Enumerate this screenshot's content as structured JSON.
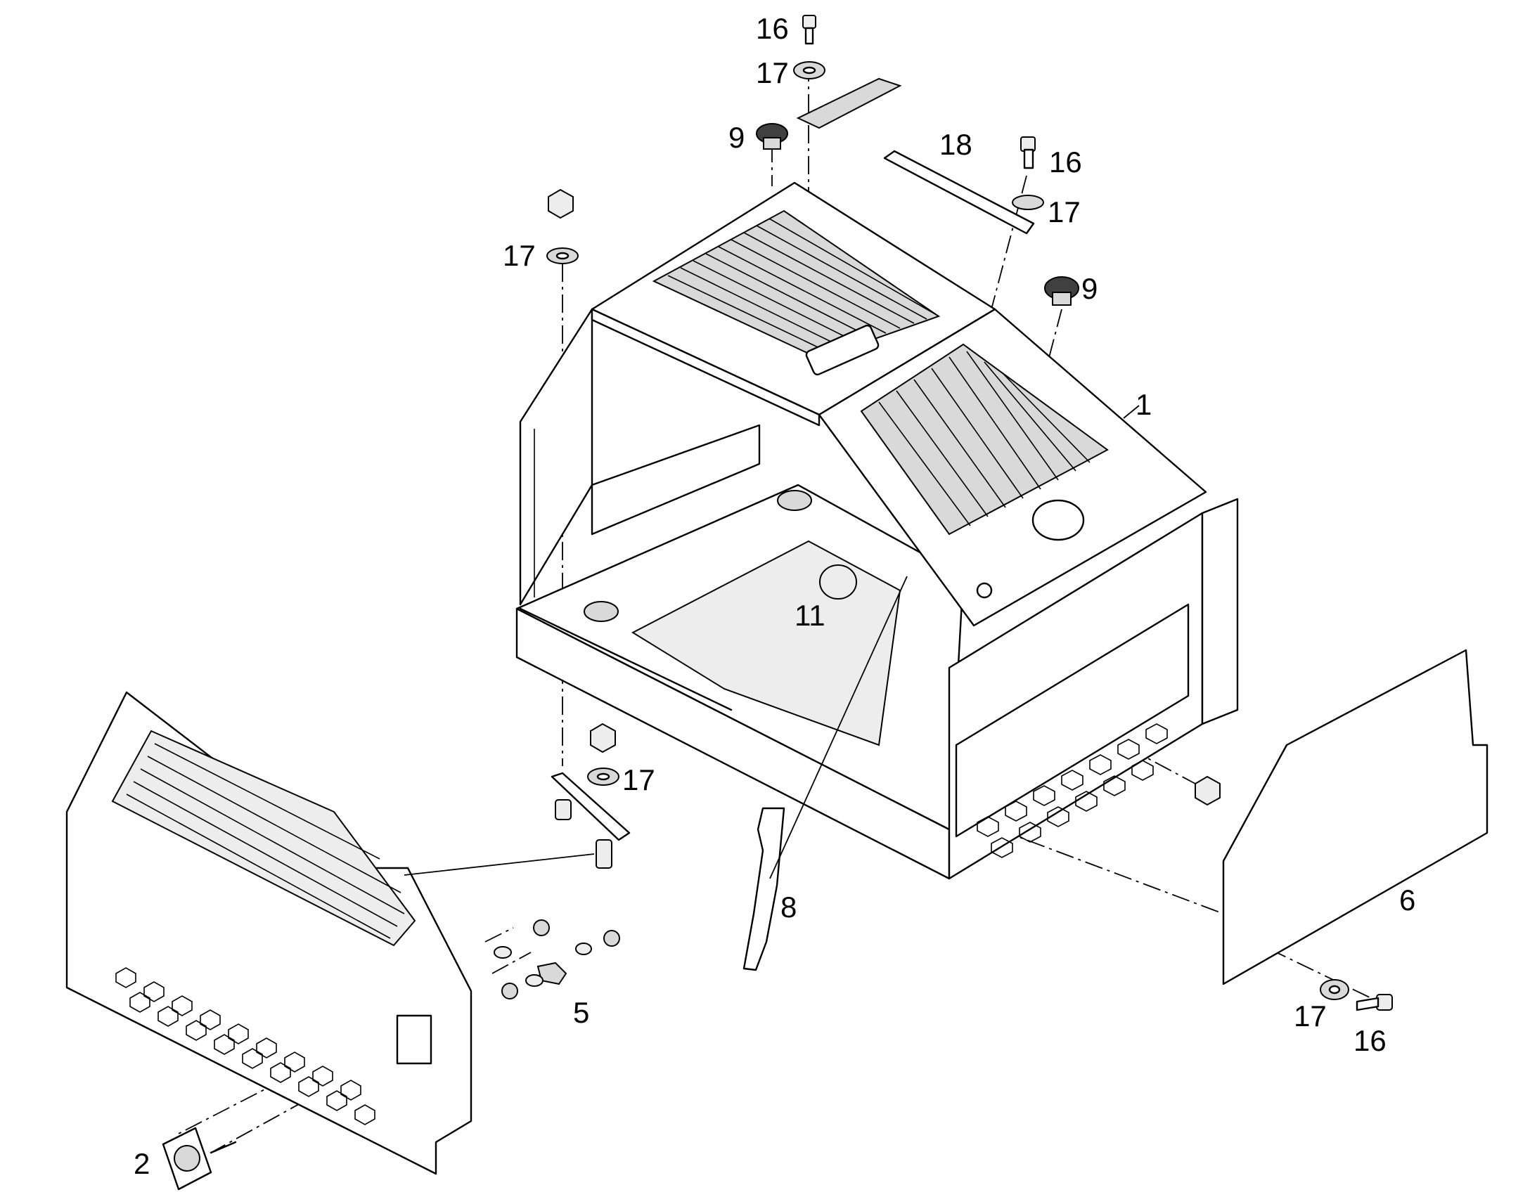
{
  "labels": {
    "item_1": "1",
    "item_2": "2",
    "item_5": "5",
    "item_6": "6",
    "item_8": "8",
    "item_9_upper": "9",
    "item_9_right": "9",
    "item_11": "11",
    "item_16_top": "16",
    "item_16_right": "16",
    "item_16_bottom": "16",
    "item_17_top": "17",
    "item_17_right": "17",
    "item_17_left": "17",
    "item_17_middle": "17",
    "item_17_bottom": "17",
    "item_18": "18"
  }
}
